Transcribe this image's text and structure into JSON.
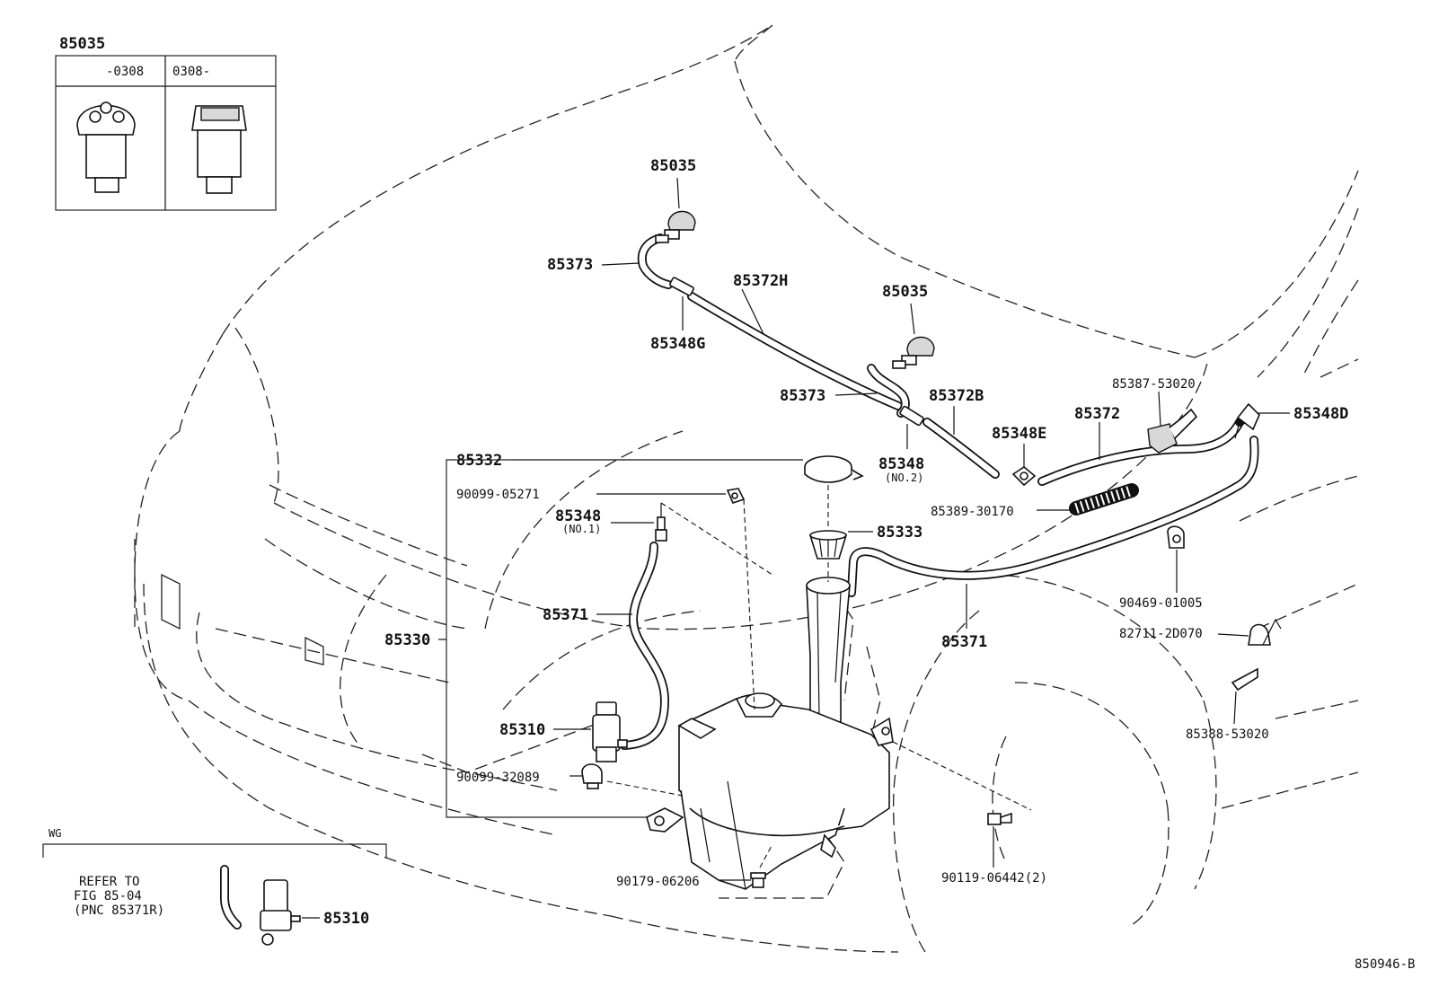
{
  "figure_code": "850946-B",
  "inset_top": {
    "part_no": "85035",
    "col_left": "-0308",
    "col_right": "0308-"
  },
  "inset_wg": {
    "tag": "WG",
    "refer_line1": "REFER TO",
    "refer_line2": "FIG 85-04",
    "refer_line3": "(PNC 85371R)",
    "part_no": "85310"
  },
  "labels": {
    "nozzle_upper": "85035",
    "hose_upper": "85373",
    "hose_h": "85372H",
    "nozzle_right": "85035",
    "joint_g": "85348G",
    "hose_mid": "85373",
    "hose_b": "85372B",
    "clip_53020": "85387-53020",
    "hose_main": "85372",
    "joint_d": "85348D",
    "joint_e": "85348E",
    "cap": "85332",
    "joint_no2": "85348",
    "joint_no2_sub": "(NO.2)",
    "screw_05271": "90099-05271",
    "joint_no1": "85348",
    "joint_no1_sub": "(NO.1)",
    "protector": "85389-30170",
    "strainer": "85333",
    "hose_71_left": "85371",
    "tank": "85330",
    "hose_71_right": "85371",
    "clip_01005": "90469-01005",
    "clip_2d070": "82711-2D070",
    "pump": "85310",
    "grommet": "90099-32089",
    "clip_53020b": "85388-53020",
    "bolt_06206": "90179-06206",
    "bolt_06442": "90119-06442(2)"
  }
}
